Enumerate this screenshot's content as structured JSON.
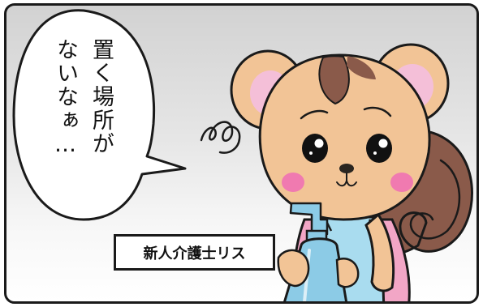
{
  "speech_bubble": {
    "line_1": "置く場所が",
    "line_2": "ないなぁ…"
  },
  "caption": {
    "name_label": "新人介護士リス"
  },
  "colors": {
    "fur": "#f2c496",
    "fur_dark": "#8a5a4a",
    "ear_inner": "#f4bfd8",
    "cheek": "#f07ab0",
    "apron": "#a9dcef",
    "shirt": "#f2a6c6",
    "bottle": "#8ccbe6",
    "background_top": "#d2d2d2",
    "background_bottom": "#ffffff"
  },
  "icons": {
    "sigh_mark": "scribble-sigh-icon",
    "character": "squirrel-nurse-character"
  }
}
